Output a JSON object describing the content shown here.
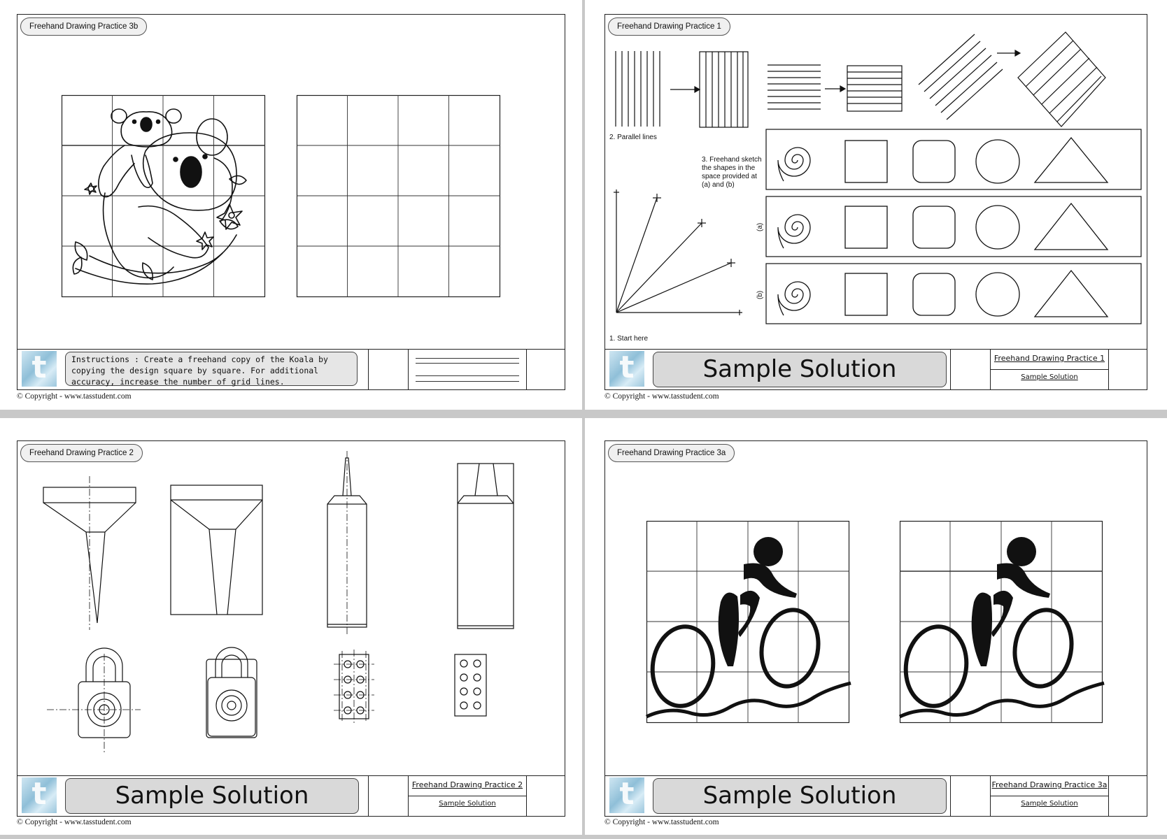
{
  "pages": [
    {
      "tag": "Freehand Drawing Practice 3b",
      "instructions": "Instructions : Create a freehand copy of the Koala by copying the design square by square. For additional accuracy, increase the number of grid lines.",
      "copyright": "© Copyright - www.tasstudent.com"
    },
    {
      "tag": "Freehand Drawing Practice 1",
      "sample": "Sample Solution",
      "title_line1": "Freehand Drawing Practice 1",
      "title_line2": "Sample Solution",
      "label_parallel": "2. Parallel lines",
      "label_start": "1. Start here",
      "label_shapes": [
        "3. Freehand sketch",
        "the shapes in the",
        "space provided at",
        "(a) and (b)"
      ],
      "label_a": "(a)",
      "label_b": "(b)",
      "copyright": "© Copyright - www.tasstudent.com"
    },
    {
      "tag": "Freehand Drawing Practice 2",
      "sample": "Sample Solution",
      "title_line1": "Freehand Drawing Practice 2",
      "title_line2": "Sample Solution",
      "copyright": "© Copyright - www.tasstudent.com"
    },
    {
      "tag": "Freehand Drawing Practice 3a",
      "sample": "Sample Solution",
      "title_line1": "Freehand Drawing Practice 3a",
      "title_line2": "Sample Solution",
      "copyright": "© Copyright - www.tasstudent.com"
    }
  ],
  "logo_letter": "t"
}
